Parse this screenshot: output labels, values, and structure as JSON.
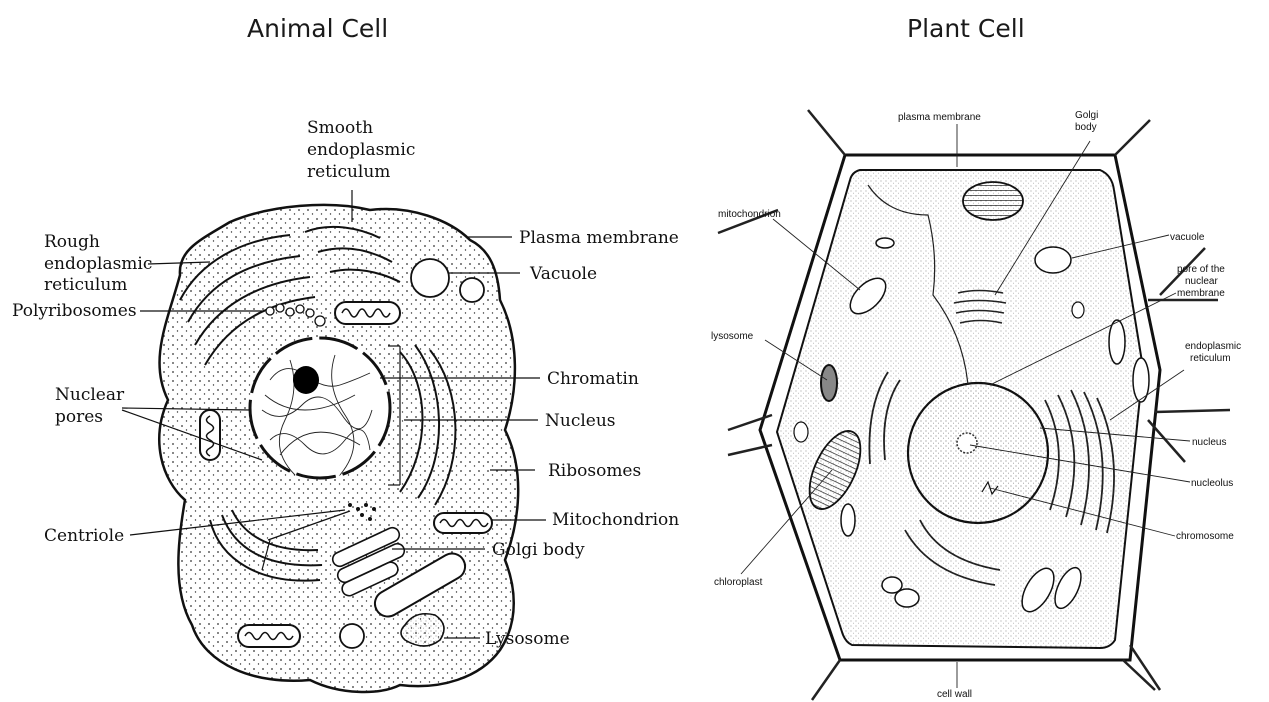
{
  "titles": {
    "animal": "Animal Cell",
    "plant": "Plant Cell"
  },
  "animal_labels": {
    "smooth_er_1": "Smooth",
    "smooth_er_2": "endoplasmic",
    "smooth_er_3": "reticulum",
    "rough_er_1": "Rough",
    "rough_er_2": "endoplasmic",
    "rough_er_3": "reticulum",
    "polyribosomes": "Polyribosomes",
    "nuclear_pores_1": "Nuclear",
    "nuclear_pores_2": "pores",
    "centriole": "Centriole",
    "plasma_membrane": "Plasma membrane",
    "vacuole": "Vacuole",
    "chromatin": "Chromatin",
    "nucleus": "Nucleus",
    "ribosomes": "Ribosomes",
    "mitochondrion": "Mitochondrion",
    "golgi_body": "Golgi body",
    "lysosome": "Lysosome"
  },
  "plant_labels": {
    "plasma_membrane": "plasma membrane",
    "golgi_1": "Golgi",
    "golgi_2": "body",
    "mitochondrion": "mitochondrion",
    "vacuole": "vacuole",
    "pore_1": "pore of the",
    "pore_2": "nuclear",
    "pore_3": "membrane",
    "lysosome": "lysosome",
    "er_1": "endoplasmic",
    "er_2": "reticulum",
    "nucleus": "nucleus",
    "nucleolus": "nucleolus",
    "chromosome": "chromosome",
    "chloroplast": "chloroplast",
    "cell_wall": "cell wall"
  }
}
